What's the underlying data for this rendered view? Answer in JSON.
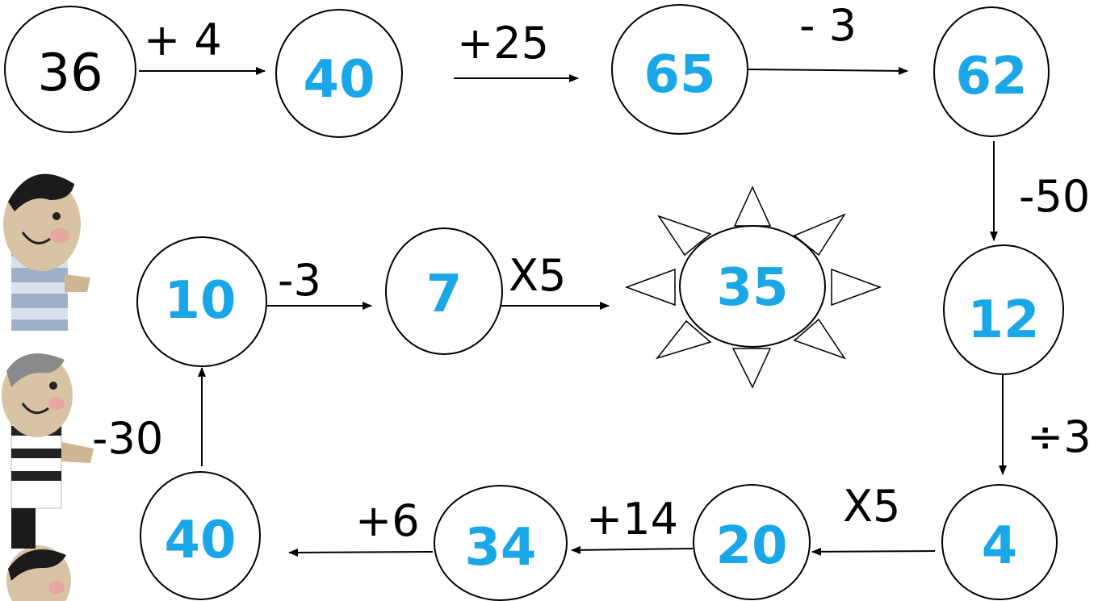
{
  "colors": {
    "answer": "#1aa7e8",
    "given": "#000000",
    "stroke": "#000000"
  },
  "nodes": [
    {
      "id": "n36",
      "text": "36",
      "given": true
    },
    {
      "id": "n40a",
      "text": "40",
      "given": false
    },
    {
      "id": "n65",
      "text": "65",
      "given": false
    },
    {
      "id": "n62",
      "text": "62",
      "given": false
    },
    {
      "id": "n12",
      "text": "12",
      "given": false
    },
    {
      "id": "n4",
      "text": "4",
      "given": false
    },
    {
      "id": "n20",
      "text": "20",
      "given": false
    },
    {
      "id": "n34",
      "text": "34",
      "given": false
    },
    {
      "id": "n40b",
      "text": "40",
      "given": false
    },
    {
      "id": "n10",
      "text": "10",
      "given": false
    },
    {
      "id": "n7",
      "text": "7",
      "given": false
    },
    {
      "id": "n35",
      "text": "35",
      "given": false
    }
  ],
  "operations": [
    {
      "id": "op1",
      "text": "+ 4"
    },
    {
      "id": "op2",
      "text": "+25"
    },
    {
      "id": "op3",
      "text": "- 3"
    },
    {
      "id": "op4",
      "text": "-50"
    },
    {
      "id": "op5",
      "text": "÷3"
    },
    {
      "id": "op6",
      "text": "X5"
    },
    {
      "id": "op7",
      "text": "+14"
    },
    {
      "id": "op8",
      "text": "+6"
    },
    {
      "id": "op9",
      "text": "-30"
    },
    {
      "id": "op10",
      "text": "-3"
    },
    {
      "id": "op11",
      "text": "X5"
    }
  ]
}
